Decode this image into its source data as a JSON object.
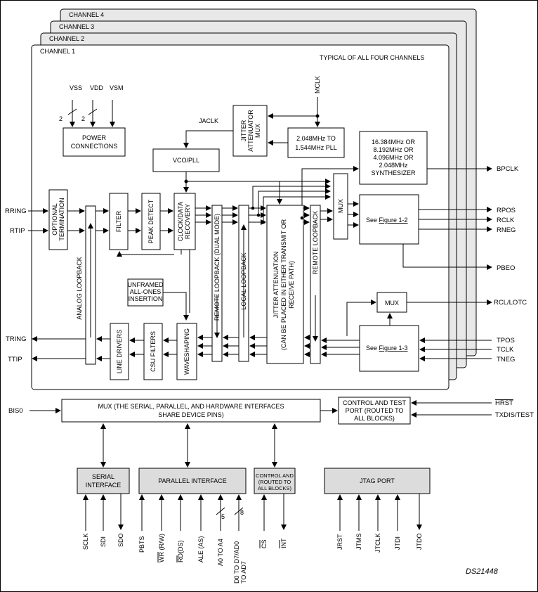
{
  "channels": {
    "ch4": "CHANNEL 4",
    "ch3": "CHANNEL 3",
    "ch2": "CHANNEL 2",
    "ch1": "CHANNEL 1",
    "note": "TYPICAL OF ALL FOUR CHANNELS"
  },
  "power": {
    "vss": "VSS",
    "vdd": "VDD",
    "vsm": "VSM",
    "bus_a": "2",
    "bus_b": "2",
    "box": [
      "POWER",
      "CONNECTIONS"
    ]
  },
  "clocking": {
    "mclk": "MCLK",
    "jaclk": "JACLK",
    "jitter_mux": [
      "JITTER",
      "ATTENUATOR",
      "MUX"
    ],
    "pll": [
      "2.048MHz TO",
      "1.544MHz PLL"
    ],
    "vco": "VCO/PLL",
    "synth": [
      "16.384MHz OR",
      "8.192MHz OR",
      "4.096MHz OR",
      "2.048MHz",
      "SYNTHESIZER"
    ],
    "bpclk": "BPCLK"
  },
  "receive": {
    "rring": "RRING",
    "rtip": "RTIP",
    "opt_term": [
      "OPTIONAL",
      "TERMINATION"
    ],
    "filter": "FILTER",
    "peak": "PEAK DETECT",
    "cdr": [
      "CLOCK/DATA",
      "RECOVERY"
    ],
    "remote_dual": "REMOTE LOOPBACK (DUAL MODE)",
    "local_lb": "LOCAL LOOPBACK",
    "jitter_att": [
      "JITTER ATTENUATION",
      "(CAN BE PLACED IN EITHER TRANSMIT OR",
      "RECEIVE PATH)"
    ],
    "remote_lb": "REMOTE LOOPBACK",
    "mux": "MUX",
    "see_prefix": "See ",
    "see_fig": "Figure 1-2",
    "rpos": "RPOS",
    "rclk": "RCLK",
    "rneg": "RNEG",
    "pbeo": "PBEO"
  },
  "transmit": {
    "analog_lb": "ANALOG LOOPBACK",
    "unframed": [
      "UNFRAMED",
      "ALL-ONES",
      "INSERTION"
    ],
    "line_drivers": "LINE DRIVERS",
    "csu": "CSU FILTERS",
    "wave": "WAVESHAPING",
    "mux": "MUX",
    "rcl": "RCL/LOTC",
    "see_prefix": "See ",
    "see_fig": "Figure 1-3",
    "tpos": "TPOS",
    "tclk": "TCLK",
    "tneg": "TNEG",
    "tring": "TRING",
    "ttip": "TTIP"
  },
  "interfaces": {
    "bis0": "BIS0",
    "mux": [
      "MUX (THE SERIAL, PARALLEL, AND HARDWARE INTERFACES",
      "SHARE DEVICE PINS)"
    ],
    "ctrl_test": [
      "CONTROL AND TEST",
      "PORT (ROUTED TO",
      "ALL BLOCKS)"
    ],
    "hrst": "HRST",
    "txdis": "TXDIS/TEST",
    "serial": [
      "SERIAL",
      "INTERFACE"
    ],
    "parallel": "PARALLEL INTERFACE",
    "control": [
      "CONTROL AND",
      "(ROUTED TO",
      "ALL BLOCKS)"
    ],
    "jtag": "JTAG PORT"
  },
  "pins": {
    "sclk": "SCLK",
    "sdi": "SDI",
    "sdo": "SDO",
    "pbts": "PBTS",
    "wr": "WR (R/W)",
    "rd": "RD(DS)",
    "ale": "ALE (AS)",
    "a0": "A0 TO A4",
    "d0": [
      "D0 TO D7/AD0",
      "TO AD7"
    ],
    "bus5": "5",
    "bus8": "8",
    "cs": "CS",
    "int": "INT",
    "jrst": "JRST",
    "jtms": "JTMS",
    "jtclk": "JTCLK",
    "jtdi": "JTDI",
    "jtdo": "JTDO"
  },
  "doc_id": "DS21448"
}
